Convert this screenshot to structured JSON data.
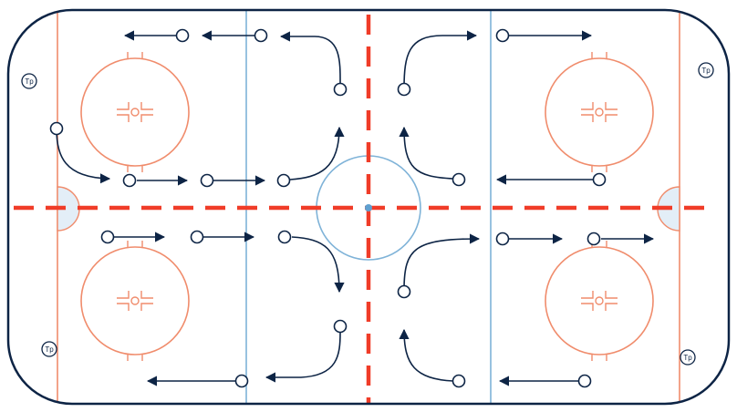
{
  "colors": {
    "boards": "#0d2445",
    "goal_line": "#f08c6c",
    "blue_line": "#7fb3d8",
    "red_line": "#f03c28",
    "crease_fill": "#e3eef7",
    "faceoff": "#f08c6c",
    "center_circle": "#7fb3d8",
    "center_dot": "#5fa0d0",
    "player": "#0d2445",
    "arrow": "#0d2445"
  },
  "markers": {
    "tp_text": "Tp"
  },
  "diagram": {
    "faceoff_circles": [
      "top-left",
      "bottom-left",
      "top-right",
      "bottom-right"
    ],
    "tp_markers": [
      "top-left",
      "bottom-left",
      "top-right",
      "bottom-right"
    ]
  }
}
